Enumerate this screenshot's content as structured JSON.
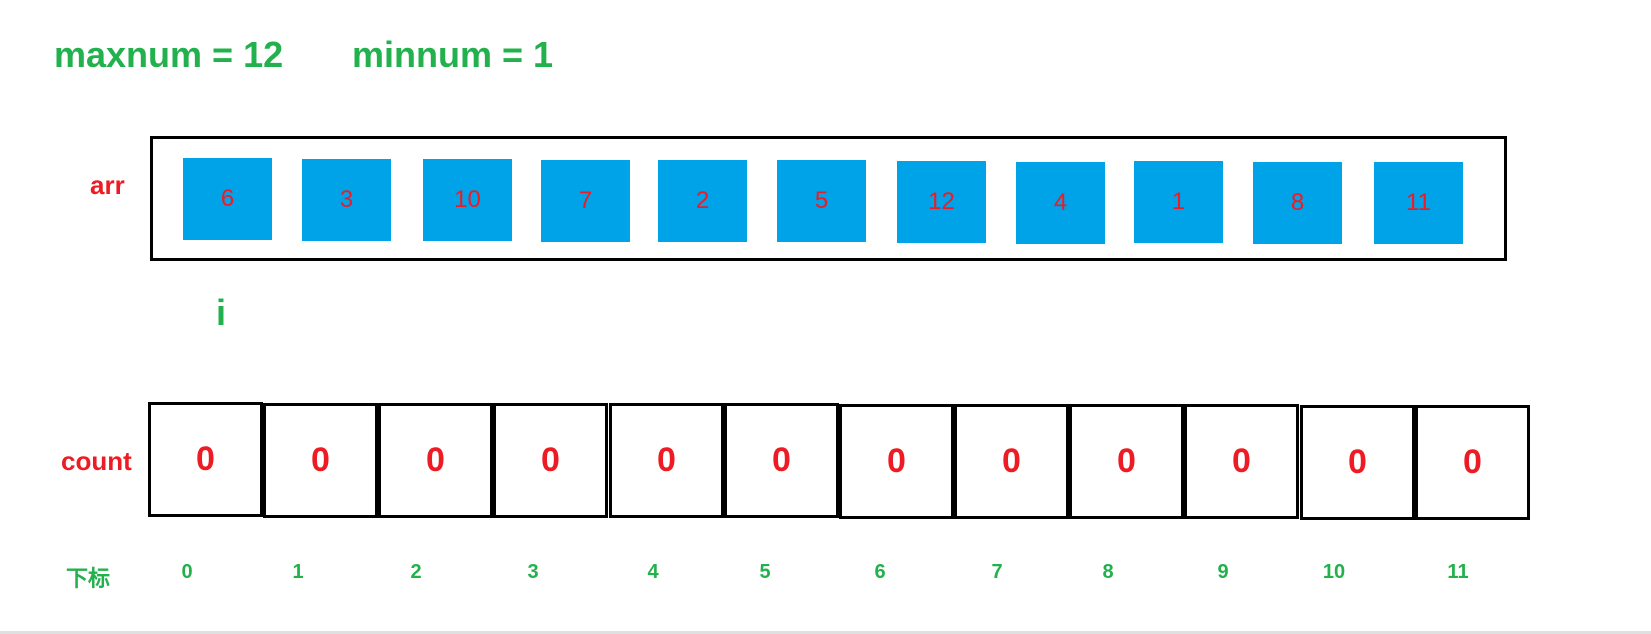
{
  "header": {
    "maxnum": "maxnum = 12",
    "minnum": "minnum = 1"
  },
  "labels": {
    "arr": "arr",
    "count": "count",
    "index": "下标",
    "pointer": "i"
  },
  "arr": [
    "6",
    "3",
    "10",
    "7",
    "2",
    "5",
    "12",
    "4",
    "1",
    "8",
    "11"
  ],
  "count": [
    "0",
    "0",
    "0",
    "0",
    "0",
    "0",
    "0",
    "0",
    "0",
    "0",
    "0",
    "0"
  ],
  "indices": [
    "0",
    "1",
    "2",
    "3",
    "4",
    "5",
    "6",
    "7",
    "8",
    "9",
    "10",
    "11"
  ],
  "colors": {
    "label_green": "#22b14c",
    "label_red": "#ed1c24",
    "arr_cell_fill": "#00a2e8",
    "border": "#000000"
  }
}
